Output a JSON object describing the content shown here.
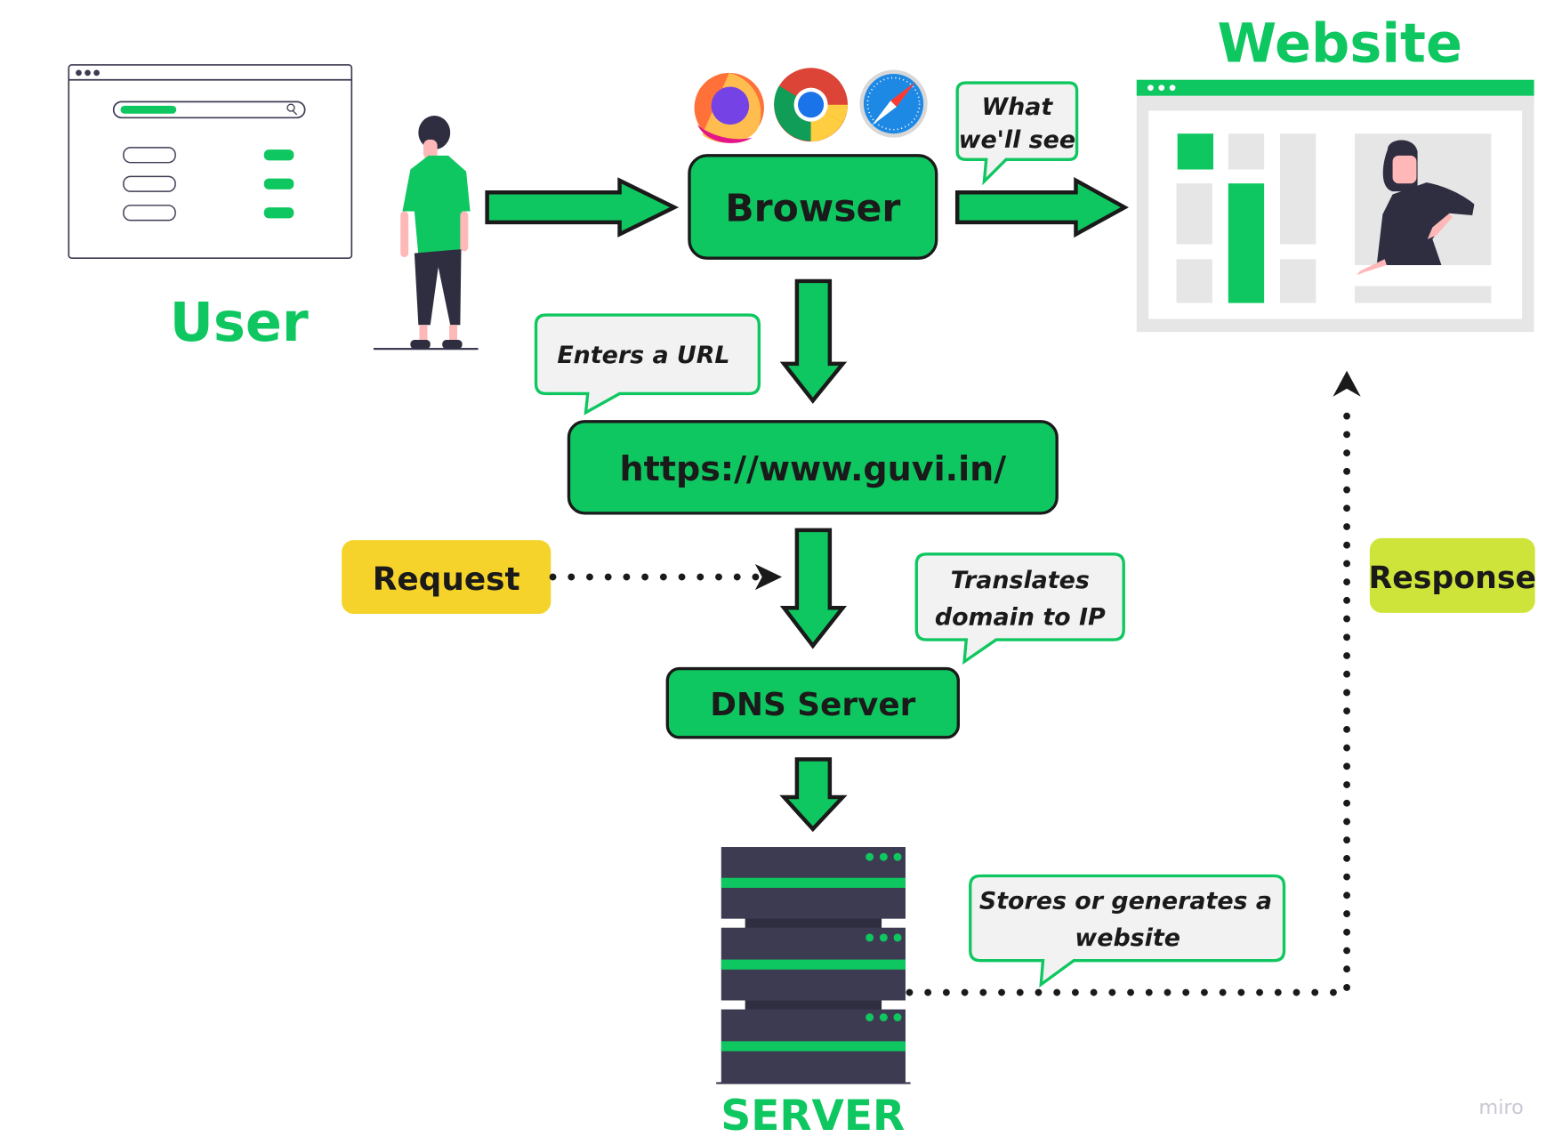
{
  "titles": {
    "user": "User",
    "website": "Website",
    "server": "SERVER"
  },
  "boxes": {
    "browser": "Browser",
    "url": "https://www.guvi.in/",
    "dns": "DNS Server",
    "request": "Request",
    "response": "Response"
  },
  "callouts": {
    "what_we_see": [
      "What",
      "we'll see"
    ],
    "enters_url": "Enters a URL",
    "translates": [
      "Translates",
      "domain to IP"
    ],
    "stores": [
      "Stores or generates a",
      "website"
    ]
  },
  "browser_icons": [
    "firefox-icon",
    "chrome-icon",
    "safari-icon"
  ],
  "watermark": "miro",
  "colors": {
    "green": "#0fc760",
    "yellow": "#f5d32b",
    "lime": "#cfe43a",
    "dark": "#3d3b52",
    "callout_bg": "#f2f2f2",
    "outline": "#1a1a1a"
  }
}
